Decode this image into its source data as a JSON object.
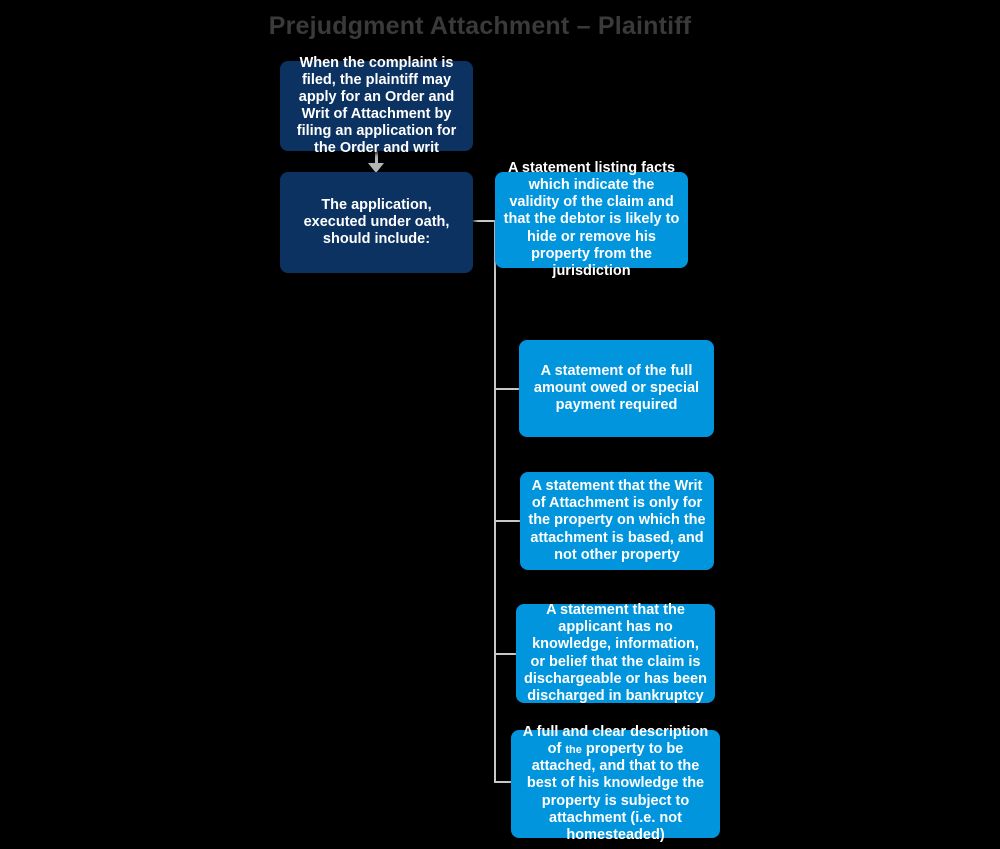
{
  "title": "Prejudgment Attachment – Plaintiff",
  "colors": {
    "background": "#000000",
    "title_text": "#3a3a3a",
    "node_dark": "#0b3260",
    "node_blue": "#0095dd",
    "node_text": "#ffffff",
    "connector": "#c8c8c8",
    "arrow": "#b5b5b5"
  },
  "chart_data": {
    "type": "diagram",
    "title": "Prejudgment Attachment – Plaintiff",
    "layout": "top-down root with right-side branching list",
    "nodes": [
      {
        "id": "root",
        "label": "When the complaint is filed, the plaintiff may apply for an Order and Writ of Attachment by filing an application for the Order and writ",
        "style": "dark"
      },
      {
        "id": "application",
        "label": "The application, executed under oath, should include:",
        "style": "dark"
      },
      {
        "id": "item-1",
        "label": "A statement listing facts which indicate the validity of the claim and that the debtor is likely to hide or remove his property from the jurisdiction",
        "style": "blue"
      },
      {
        "id": "item-2",
        "label": "A statement of the full amount owed or special payment required",
        "style": "blue"
      },
      {
        "id": "item-3",
        "label": "A statement that the Writ of Attachment is only for the property on which the attachment is based, and not other property",
        "style": "blue"
      },
      {
        "id": "item-4",
        "label": "A statement that the applicant has no knowledge, information, or belief that the claim is dischargeable or has been discharged in bankruptcy",
        "style": "blue"
      },
      {
        "id": "item-5",
        "label_main": "A full and clear description of",
        "label_tiny": "the",
        "label_rest": "property to be attached, and that to the best of his knowledge the property is subject to attachment (i.e. not homesteaded)",
        "label": "A full and clear description of the property to be attached, and that to the best of his knowledge the property is subject to attachment (i.e. not homesteaded)",
        "style": "blue"
      }
    ],
    "edges": [
      {
        "from": "root",
        "to": "application",
        "type": "arrow-down"
      },
      {
        "from": "application",
        "to": "item-1",
        "type": "elbow-right"
      },
      {
        "from": "application",
        "to": "item-2",
        "type": "elbow-right"
      },
      {
        "from": "application",
        "to": "item-3",
        "type": "elbow-right"
      },
      {
        "from": "application",
        "to": "item-4",
        "type": "elbow-right"
      },
      {
        "from": "application",
        "to": "item-5",
        "type": "elbow-right"
      }
    ]
  }
}
